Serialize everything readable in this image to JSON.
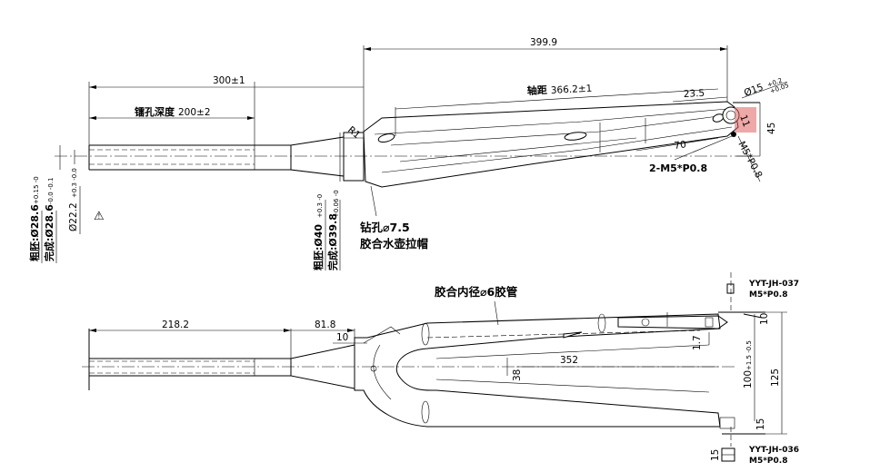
{
  "dims": {
    "overall_length": "399.9",
    "steerer_length": "300±1",
    "insert_depth_prefix": "镭孔深度",
    "insert_depth": "200±2",
    "axle_prefix": "轴距",
    "axle_length": "366.2±1",
    "dropout_offset": "23.5",
    "dropout_dia": "Ø15",
    "dropout_dia_tol_upper": "+0.2",
    "dropout_dia_tol_lower": "+0.05",
    "radius": "R1",
    "offset_45": "45",
    "mount_70": "70",
    "tab_11": "11",
    "thread_m5": "M5*P0.8",
    "bolts": "2-M5*P0.8",
    "steer_dia_label_a": "粗胚:Ø28.6",
    "steer_dia_tol_a": "+0.15 -0",
    "steer_dia_label_b": "完成:Ø28.6",
    "steer_dia_tol_b": "-0.0 -0.1",
    "steer_inner": "Ø22.2",
    "steer_inner_tol": "+0.3 -0.0",
    "crown_label_a": "粗胚:Ø40",
    "crown_tol_a": "+0.3 -0",
    "crown_label_b": "完成:Ø39.8",
    "crown_tol_b": "+0.06 -0",
    "warning_symbol": "⚠",
    "drill_note_1": "钻孔⌀7.5",
    "drill_note_2": "胶合水壶拉帽",
    "inner_tube_note": "胶合内径⌀6胶管",
    "part_037": "YYT-JH-037",
    "part_037_thread": "M5*P0.8",
    "steerer_218": "218.2",
    "crown_81": "81.8",
    "crown_10": "10",
    "leg_352": "352",
    "gap_38": "38",
    "tip_10": "10",
    "tip_17": "1.7",
    "width_100": "100",
    "width_100_tol": "+1.5 -0.5",
    "width_125": "125",
    "tip_15a": "15",
    "tip_15b": "15",
    "part_036": "YYT-JH-036",
    "part_036_thread": "M5*P0.8"
  },
  "colors": {
    "line": "#000000",
    "highlight": "#e06060"
  }
}
